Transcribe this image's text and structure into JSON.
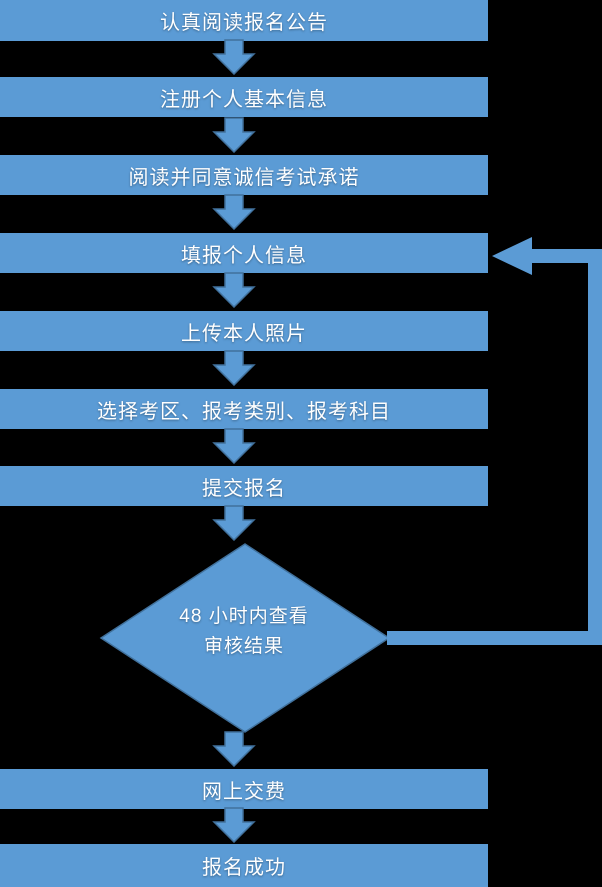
{
  "diagram": {
    "title_semantic": "exam-registration-flowchart",
    "colors": {
      "background": "#000000",
      "node_fill": "#5B9BD5",
      "shape_border": "#41719C",
      "text": "#FFFFFF"
    },
    "process_steps": [
      {
        "label": "认真阅读报名公告"
      },
      {
        "label": "注册个人基本信息"
      },
      {
        "label": "阅读并同意诚信考试承诺"
      },
      {
        "label": "填报个人信息"
      },
      {
        "label": "上传本人照片"
      },
      {
        "label": "选择考区、报考类别、报考科目"
      },
      {
        "label": "提交报名"
      }
    ],
    "decision": {
      "line1": "48 小时内查看",
      "line2": "审核结果"
    },
    "final_steps": [
      {
        "label": "网上交费"
      },
      {
        "label": "报名成功"
      }
    ],
    "connections": {
      "feedback_loop": "decision right vertex → up → back into 填报个人信息"
    }
  }
}
